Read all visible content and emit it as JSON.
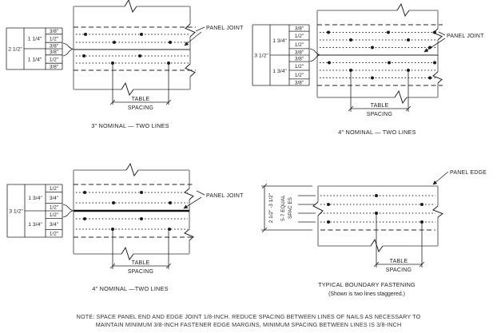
{
  "colors": {
    "line": "#222222",
    "panel_outline": "#9a9a9a",
    "background": "#ffffff"
  },
  "diagrams": {
    "nominal3_two_lines": {
      "caption": "3\" NOMINAL — TWO LINES",
      "overall_dim": "2 1/2\"",
      "group_dim": "1 1/4\"",
      "rows": [
        "3/8\"",
        "1/2\"",
        "3/8\"",
        "3/8\"",
        "1/2\"",
        "3/8\""
      ],
      "joint_label": "PANEL JOINT",
      "spacing_line1": "TABLE",
      "spacing_line2": "SPACING"
    },
    "nominal4_two_lines_a": {
      "caption": "4\" NOMINAL — TWO LINES",
      "overall_dim": "3 1/2\"",
      "group_dim": "1 3/4\"",
      "rows": [
        "3/8\"",
        "1/2\"",
        "1/2\"",
        "3/8\"",
        "3/8\"",
        "1/2\"",
        "1/2\"",
        "3/8\""
      ],
      "joint_label": "PANEL JOINT",
      "spacing_line1": "TABLE",
      "spacing_line2": "SPACING"
    },
    "nominal4_two_lines_b": {
      "caption": "4\" NOMINAL —TWO LINES",
      "overall_dim": "3 1/2\"",
      "group_dim": "1 3/4\"",
      "rows": [
        "1/2\"",
        "3/4\"",
        "1/2\"",
        "1/2\"",
        "3/4\"",
        "1/2\""
      ],
      "joint_label": "PANEL JOINT",
      "spacing_line1": "TABLE",
      "spacing_line2": "SPACING"
    },
    "boundary_fastening": {
      "caption_line1": "TYPICAL BOUNDARY FASTENING",
      "caption_line2": "(Shown is two lines staggered.)",
      "edge_label": "PANEL EDGE",
      "range_label": "2 1/2\" -3 1/2\"",
      "spaces_line1": "5-7 EQUAL",
      "spaces_line2": "SPAC ES",
      "spacing_line1": "TABLE",
      "spacing_line2": "SPACING"
    }
  },
  "note": {
    "line1": "NOTE: SPACE PANEL END AND EDGE JOINT 1/8-INCH. REDUCE SPACING BETWEEN LINES OF NAILS AS NECESSARY TO",
    "line2": "MAINTAIN MINIMUM 3/8-INCH FASTENER EDGE MARGINS, MINIMUM SPACING BETWEEN LINES IS 3/8-INCH"
  }
}
